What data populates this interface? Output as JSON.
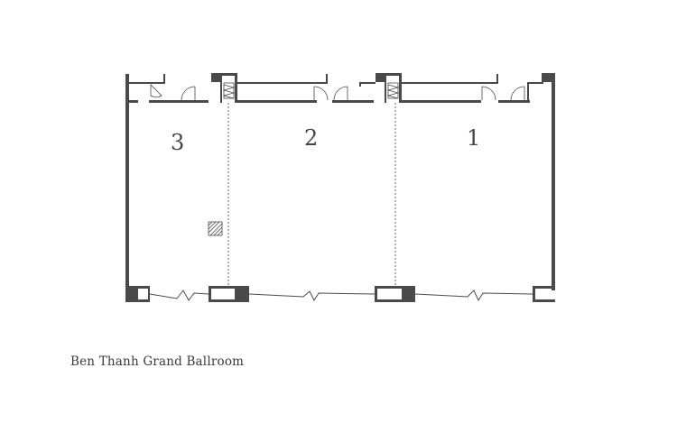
{
  "rooms": [
    {
      "label": "3"
    },
    {
      "label": "2"
    },
    {
      "label": "1"
    }
  ],
  "caption": "Ben Thanh Grand Ballroom",
  "colors": {
    "wall": "#4a4a4a",
    "background": "#ffffff"
  }
}
